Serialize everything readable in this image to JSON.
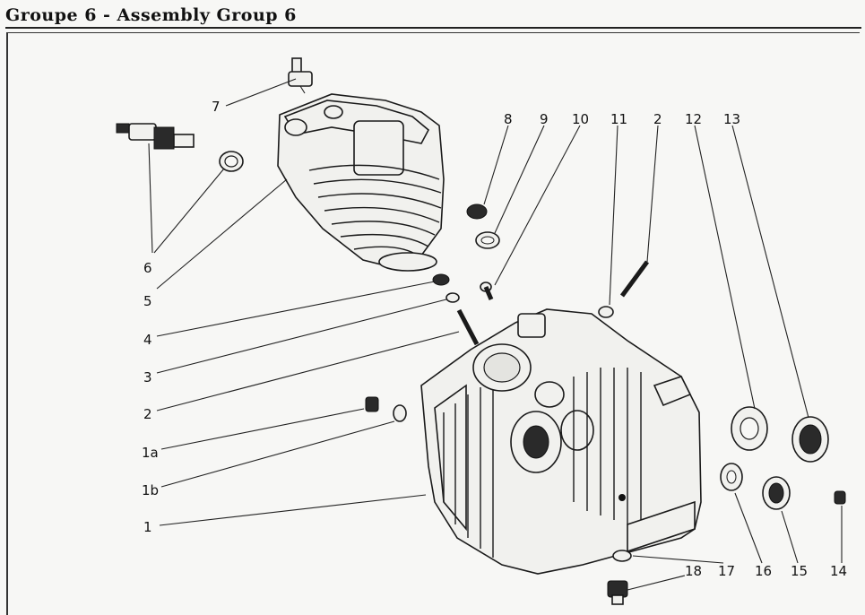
{
  "title": "Groupe 6 - Assembly Group 6",
  "callouts": [
    {
      "id": "c7",
      "text": "7"
    },
    {
      "id": "c6",
      "text": "6"
    },
    {
      "id": "c5",
      "text": "5"
    },
    {
      "id": "c4",
      "text": "4"
    },
    {
      "id": "c3",
      "text": "3"
    },
    {
      "id": "c2a",
      "text": "2"
    },
    {
      "id": "c1a",
      "text": "1a"
    },
    {
      "id": "c1b",
      "text": "1b"
    },
    {
      "id": "c1",
      "text": "1"
    },
    {
      "id": "c8",
      "text": "8"
    },
    {
      "id": "c9",
      "text": "9"
    },
    {
      "id": "c10",
      "text": "10"
    },
    {
      "id": "c11",
      "text": "11"
    },
    {
      "id": "c2b",
      "text": "2"
    },
    {
      "id": "c12",
      "text": "12"
    },
    {
      "id": "c13",
      "text": "13"
    },
    {
      "id": "c14",
      "text": "14"
    },
    {
      "id": "c15",
      "text": "15"
    },
    {
      "id": "c16",
      "text": "16"
    },
    {
      "id": "c17",
      "text": "17"
    },
    {
      "id": "c18",
      "text": "18"
    }
  ]
}
